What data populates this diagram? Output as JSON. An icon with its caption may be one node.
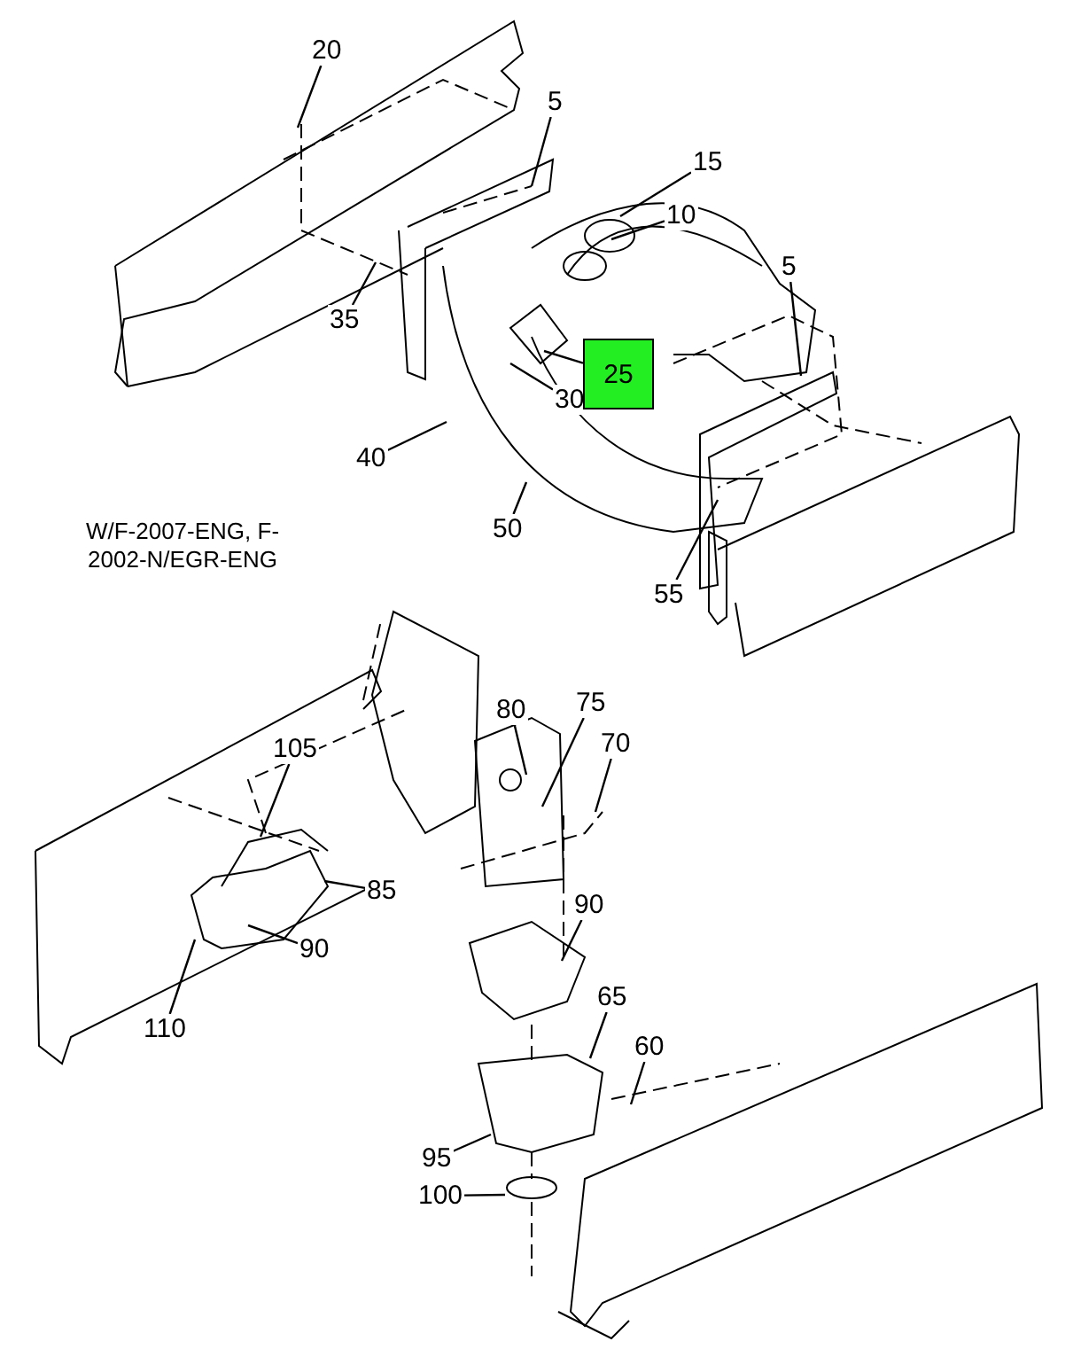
{
  "diagram": {
    "nodes": [
      {
        "text": [
          "20"
        ]
      },
      {
        "text": [
          "5"
        ]
      },
      {
        "text": [
          "15"
        ]
      },
      {
        "text": [
          "10"
        ]
      },
      {
        "text": [
          "5"
        ]
      },
      {
        "text": [
          "35"
        ]
      },
      {
        "text": [
          "30"
        ]
      },
      {
        "text": [
          "25"
        ]
      },
      {
        "text": [
          "40"
        ]
      },
      {
        "text": [
          "50"
        ]
      },
      {
        "text": [
          "55"
        ]
      },
      {
        "text": [
          "105"
        ]
      },
      {
        "text": [
          "80"
        ]
      },
      {
        "text": [
          "75"
        ]
      },
      {
        "text": [
          "70"
        ]
      },
      {
        "text": [
          "85"
        ]
      },
      {
        "text": [
          "90"
        ]
      },
      {
        "text": [
          "110"
        ]
      },
      {
        "text": [
          "90"
        ]
      },
      {
        "text": [
          "65"
        ]
      },
      {
        "text": [
          "60"
        ]
      },
      {
        "text": [
          "95"
        ]
      },
      {
        "text": [
          "100"
        ]
      }
    ],
    "edges": [
      {
        "from": 0,
        "to": null,
        "arrow": "none"
      },
      {
        "from": 1,
        "to": null,
        "arrow": "none"
      },
      {
        "from": 2,
        "to": null,
        "arrow": "none"
      },
      {
        "from": 3,
        "to": null,
        "arrow": "none"
      },
      {
        "from": 4,
        "to": null,
        "arrow": "none"
      },
      {
        "from": 5,
        "to": null,
        "arrow": "none"
      },
      {
        "from": 6,
        "to": null,
        "arrow": "none"
      },
      {
        "from": 7,
        "to": null,
        "arrow": "none"
      },
      {
        "from": 8,
        "to": null,
        "arrow": "none"
      },
      {
        "from": 9,
        "to": null,
        "arrow": "none"
      },
      {
        "from": 10,
        "to": null,
        "arrow": "none"
      },
      {
        "from": 11,
        "to": null,
        "arrow": "none"
      },
      {
        "from": 12,
        "to": null,
        "arrow": "none"
      },
      {
        "from": 13,
        "to": null,
        "arrow": "none"
      },
      {
        "from": 14,
        "to": null,
        "arrow": "none"
      },
      {
        "from": 15,
        "to": null,
        "arrow": "none"
      },
      {
        "from": 16,
        "to": null,
        "arrow": "none"
      },
      {
        "from": 17,
        "to": null,
        "arrow": "none"
      },
      {
        "from": 18,
        "to": null,
        "arrow": "none"
      },
      {
        "from": 19,
        "to": null,
        "arrow": "none"
      },
      {
        "from": 20,
        "to": null,
        "arrow": "none"
      },
      {
        "from": 21,
        "to": null,
        "arrow": "none"
      },
      {
        "from": 22,
        "to": null,
        "arrow": "none"
      }
    ],
    "labels": [
      "W/F-2007-ENG, F-2002-N/EGR-ENG"
    ]
  }
}
